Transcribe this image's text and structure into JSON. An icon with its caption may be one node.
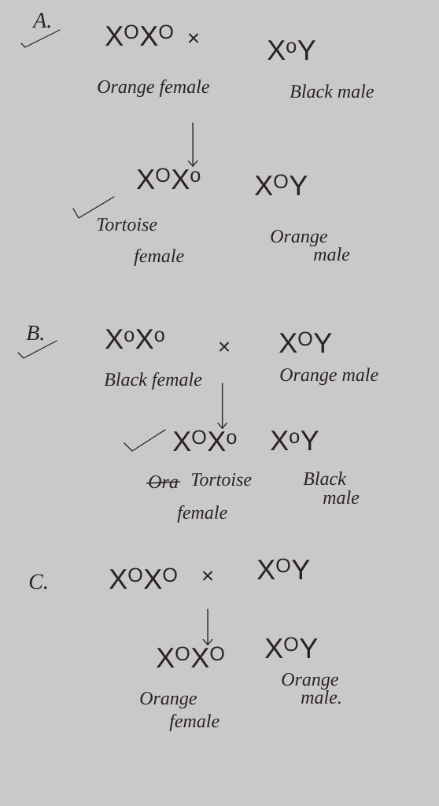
{
  "diagram": {
    "nodes": [
      {
        "text": [
          "X$^{O}$X$^{O}$",
          "Orange female"
        ]
      },
      {
        "text": [
          "X$^{o}$Y",
          "Black male"
        ]
      },
      {
        "text": [
          "X$^{O}$X$^{o}$",
          "Tortoise female"
        ]
      },
      {
        "text": [
          "X$^{O}$Y",
          "Orange male"
        ]
      },
      {
        "text": [
          "X$^{o}$X$^{o}$",
          "Black female"
        ]
      },
      {
        "text": [
          "X$^{O}$Y",
          "Orange male"
        ]
      },
      {
        "text": [
          "X$^{O}$X$^{o}$",
          "Tortoise female"
        ]
      },
      {
        "text": [
          "X$^{o}$Y",
          "Black male"
        ]
      },
      {
        "text": [
          "X$^{O}$X$^{O}$"
        ]
      },
      {
        "text": [
          "X$^{O}$Y"
        ]
      },
      {
        "text": [
          "X$^{O}$X$^{O}$",
          "Orange female"
        ]
      },
      {
        "text": [
          "X$^{O}$Y",
          "Orange male."
        ]
      }
    ],
    "edges": [
      {
        "from": null,
        "to": 2,
        "arrow": "to"
      },
      {
        "from": null,
        "to": 6,
        "arrow": "to"
      },
      {
        "from": null,
        "to": 10,
        "arrow": "to"
      }
    ],
    "labels": [
      "A.",
      "×",
      "B.",
      "×",
      "Ora",
      "C.",
      "×"
    ]
  }
}
